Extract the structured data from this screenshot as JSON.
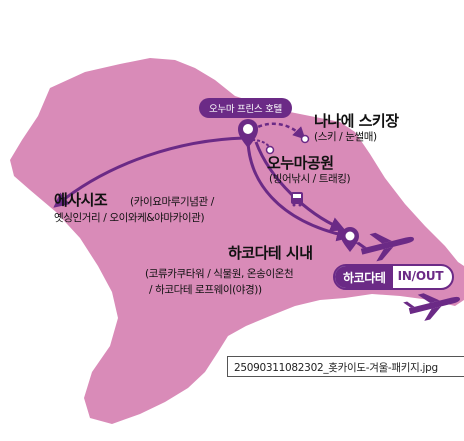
{
  "map": {
    "hotel_label": "오누마 프린스 호텔",
    "places": [
      {
        "name": "나나에 스키장",
        "detail": "(스키 / 눈썰매)"
      },
      {
        "name": "오누마공원",
        "detail": "(빙어낚시 / 트래킹)"
      },
      {
        "name": "에사시조",
        "detail_line1": "(카이요마루기념관 /",
        "detail_line2": "옛싱인거리 / 오이와케&야마카이관)"
      },
      {
        "name": "하코다테 시내",
        "detail_line1": "(코류카쿠타워 / 식물원, 온송이온천",
        "detail_line2": "/ 하코다테 로프웨이(야경))"
      }
    ],
    "airport": {
      "name": "하코다테",
      "tag": "IN/OUT"
    },
    "caption": "25090311082302_홋카이도-겨울-패키지.jpg"
  },
  "colors": {
    "land": "#d98bb8",
    "route": "#6b2a86",
    "pin": "#6b2a86"
  }
}
